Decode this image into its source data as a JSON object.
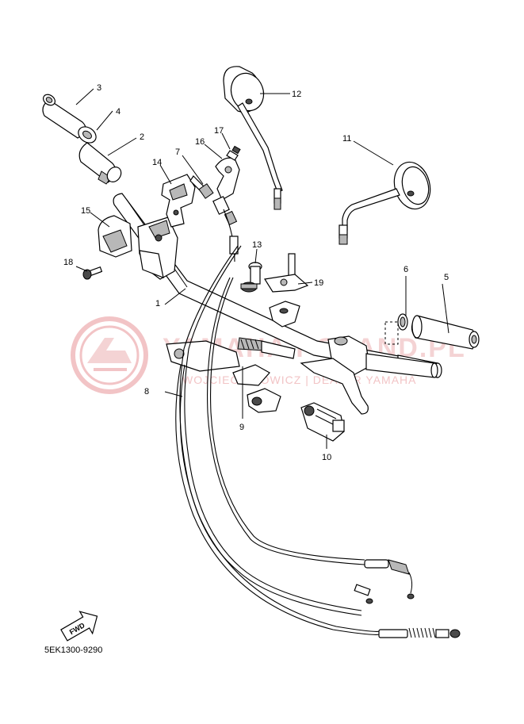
{
  "watermark": {
    "brand": "YAMAHA POLAND.PL",
    "tagline": "WOJCIECH NOWICZ | DEALER YAMAHA"
  },
  "callouts": [
    "1",
    "2",
    "3",
    "4",
    "5",
    "6",
    "7",
    "8",
    "9",
    "10",
    "11",
    "12",
    "13",
    "14",
    "15",
    "16",
    "17",
    "18",
    "19"
  ],
  "fwd_label": "FWD",
  "catalog_code": "5EK1300-9290",
  "colors": {
    "watermark": "#f2c4c6",
    "line": "#000000"
  }
}
